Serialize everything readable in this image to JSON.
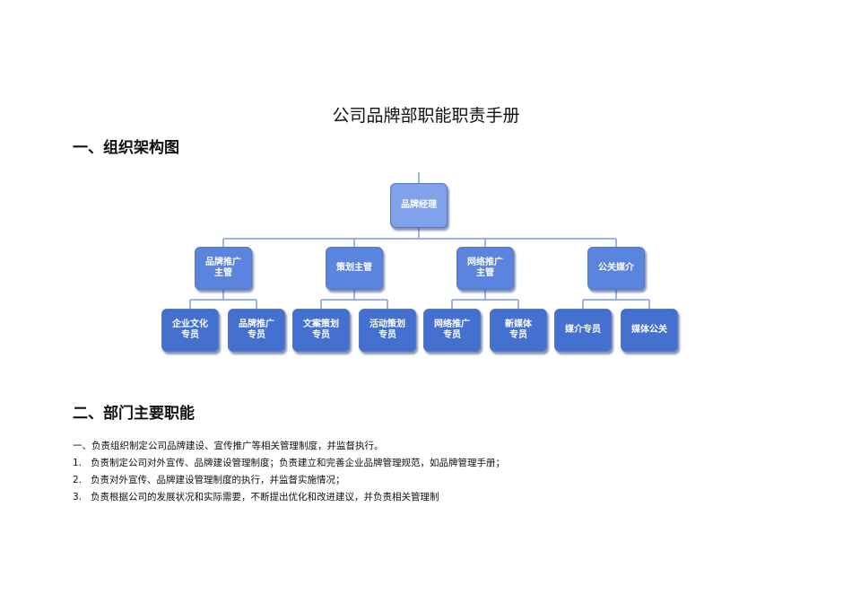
{
  "document": {
    "title": "公司品牌部职能职责手册",
    "section1_heading": "一、组织架构图",
    "section2_heading": "二、部门主要职能"
  },
  "org_chart": {
    "root": "品牌经理",
    "groups": [
      {
        "label": "品牌推广\n主管",
        "children": [
          "企业文化\n专员",
          "品牌推广\n专员"
        ]
      },
      {
        "label": "策划主管",
        "children": [
          "文案策划\n专员",
          "活动策划\n专员"
        ]
      },
      {
        "label": "网络推广\n主管",
        "children": [
          "网络推广\n专员",
          "新媒体\n专员"
        ]
      },
      {
        "label": "公关媒介",
        "children": [
          "媒介专员",
          "媒体公关"
        ]
      }
    ]
  },
  "duties": {
    "intro": "一、负责组织制定公司品牌建设、宣传推广等相关管理制度，并监督执行。",
    "items": [
      {
        "num": "1.",
        "text": "负责制定公司对外宣传、品牌建设管理制度；负责建立和完善企业品牌管理规范，如品牌管理手册；"
      },
      {
        "num": "2.",
        "text": "负责对外宣传、品牌建设管理制度的执行，并监督实施情况；"
      },
      {
        "num": "3.",
        "text": "负责根据公司的发展状况和实际需要，不断提出优化和改进建议，并负责相关管理制"
      }
    ]
  },
  "colors": {
    "connector": "#9bb5ec",
    "top_node": "#7fa2ea",
    "mid_node": "#5b84df",
    "leaf_node": "#4470cf"
  }
}
